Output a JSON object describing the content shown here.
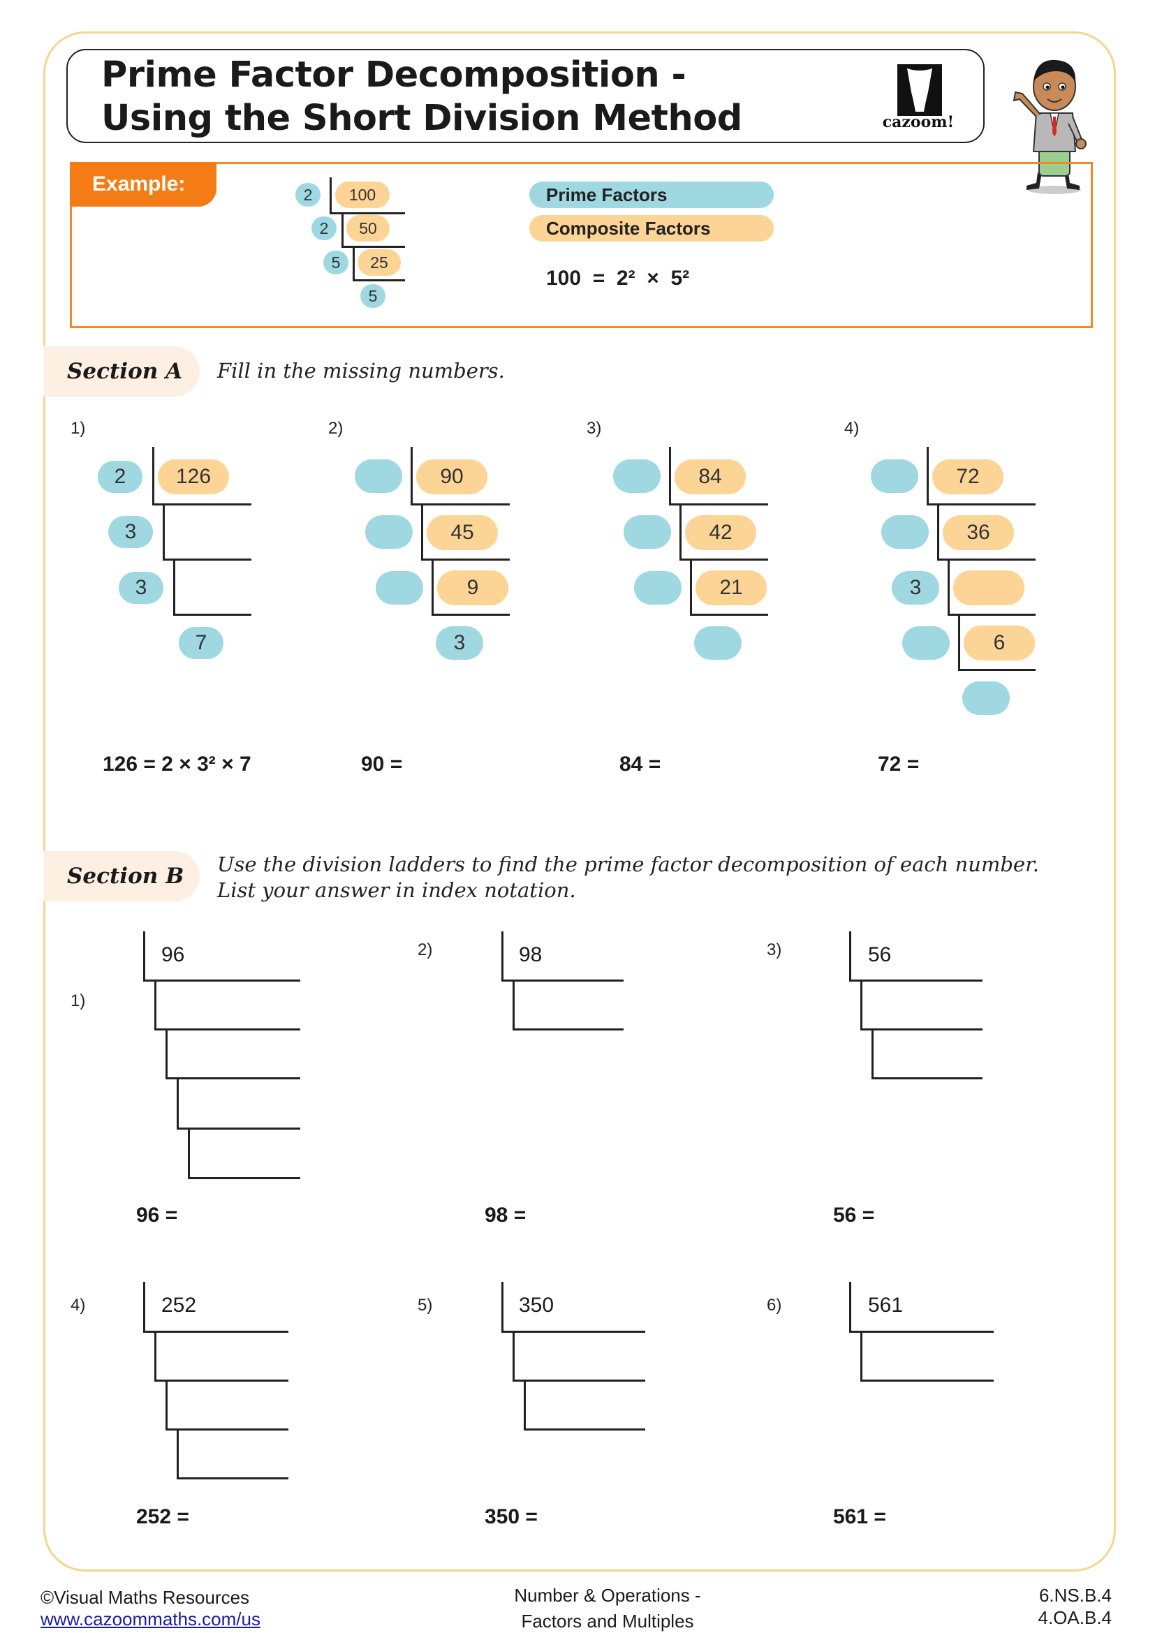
{
  "title": {
    "line1": "Prime Factor Decomposition -",
    "line2": "Using the Short Division Method"
  },
  "logo": {
    "text": "cazoom!"
  },
  "example": {
    "label": "Example:",
    "ladder": [
      {
        "prime": "2",
        "composite": "100"
      },
      {
        "prime": "2",
        "composite": "50"
      },
      {
        "prime": "5",
        "composite": "25"
      },
      {
        "prime": "5",
        "composite": null
      }
    ],
    "legend": {
      "prime": "Prime Factors",
      "composite": "Composite Factors"
    },
    "result": "100  =  2²  ×  5²"
  },
  "section_a": {
    "label": "Section A",
    "instruction": "Fill in the missing numbers.",
    "questions": [
      {
        "num": "1)",
        "rows": [
          [
            "2",
            "126"
          ],
          [
            "3",
            ""
          ],
          [
            "3",
            ""
          ]
        ],
        "final": "7",
        "answer": "126 = 2 × 3² × 7"
      },
      {
        "num": "2)",
        "rows": [
          [
            "",
            "90"
          ],
          [
            "",
            "45"
          ],
          [
            "",
            "9"
          ]
        ],
        "final": "3",
        "answer": "90 ="
      },
      {
        "num": "3)",
        "rows": [
          [
            "",
            "84"
          ],
          [
            "",
            "42"
          ],
          [
            "",
            "21"
          ]
        ],
        "final": "",
        "answer": "84 ="
      },
      {
        "num": "4)",
        "rows": [
          [
            "",
            "72"
          ],
          [
            "",
            "36"
          ],
          [
            "3",
            ""
          ],
          [
            "",
            "6"
          ]
        ],
        "final": "",
        "answer": "72 ="
      }
    ]
  },
  "section_b": {
    "label": "Section B",
    "instruction_line1": "Use the division ladders to find the prime factor decomposition of each number.",
    "instruction_line2": "List your answer in index notation.",
    "questions": [
      {
        "num": "1)",
        "start": "96",
        "answer": "96 ="
      },
      {
        "num": "2)",
        "start": "98",
        "answer": "98 ="
      },
      {
        "num": "3)",
        "start": "56",
        "answer": "56 ="
      },
      {
        "num": "4)",
        "start": "252",
        "answer": "252 ="
      },
      {
        "num": "5)",
        "start": "350",
        "answer": "350 ="
      },
      {
        "num": "6)",
        "start": "561",
        "answer": "561 ="
      }
    ]
  },
  "footer": {
    "copyright": "©Visual Maths Resources",
    "url": "www.cazoommaths.com/us",
    "topic_line1": "Number & Operations -",
    "topic_line2": "Factors and Multiples",
    "standard1": "6.NS.B.4",
    "standard2": "4.OA.B.4"
  },
  "colors": {
    "prime_blue": "#9fd8e1",
    "composite_orange": "#fcd495",
    "accent_orange": "#f57c14",
    "frame_gold": "#f6d58f"
  }
}
